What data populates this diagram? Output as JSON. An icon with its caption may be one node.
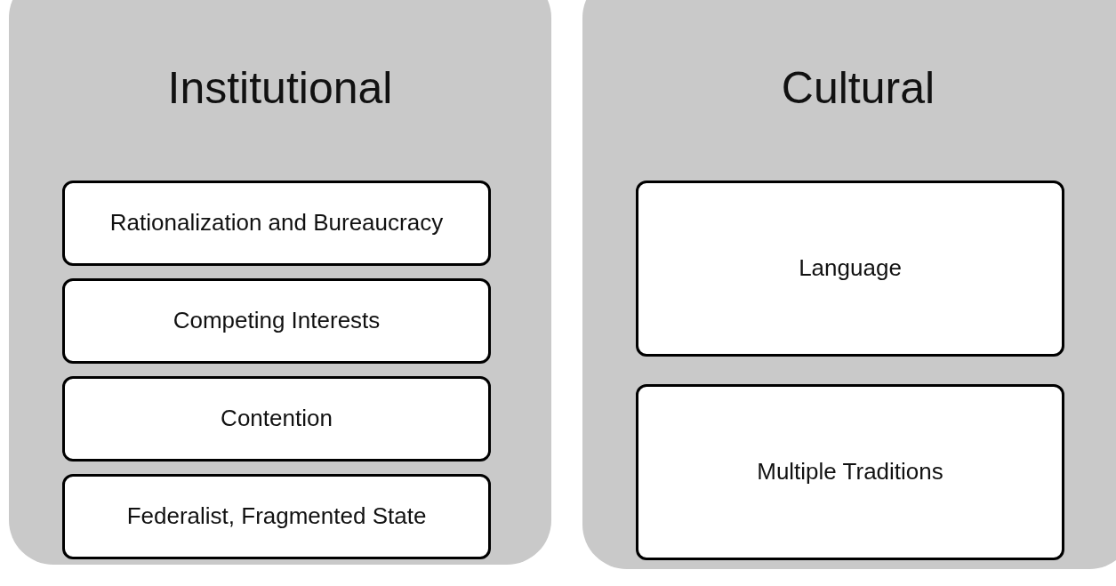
{
  "diagram": {
    "nodes": [
      {
        "text": [
          "Institutional"
        ]
      },
      {
        "text": [
          "Rationalization and Bureaucracy"
        ],
        "in": 0
      },
      {
        "text": [
          "Competing Interests"
        ],
        "in": 0
      },
      {
        "text": [
          "Contention"
        ],
        "in": 0
      },
      {
        "text": [
          "Federalist, Fragmented State"
        ],
        "in": 0
      },
      {
        "text": [
          "Cultural"
        ]
      },
      {
        "text": [
          "Language"
        ],
        "in": 5
      },
      {
        "text": [
          "Multiple Traditions"
        ],
        "in": 5
      }
    ]
  }
}
